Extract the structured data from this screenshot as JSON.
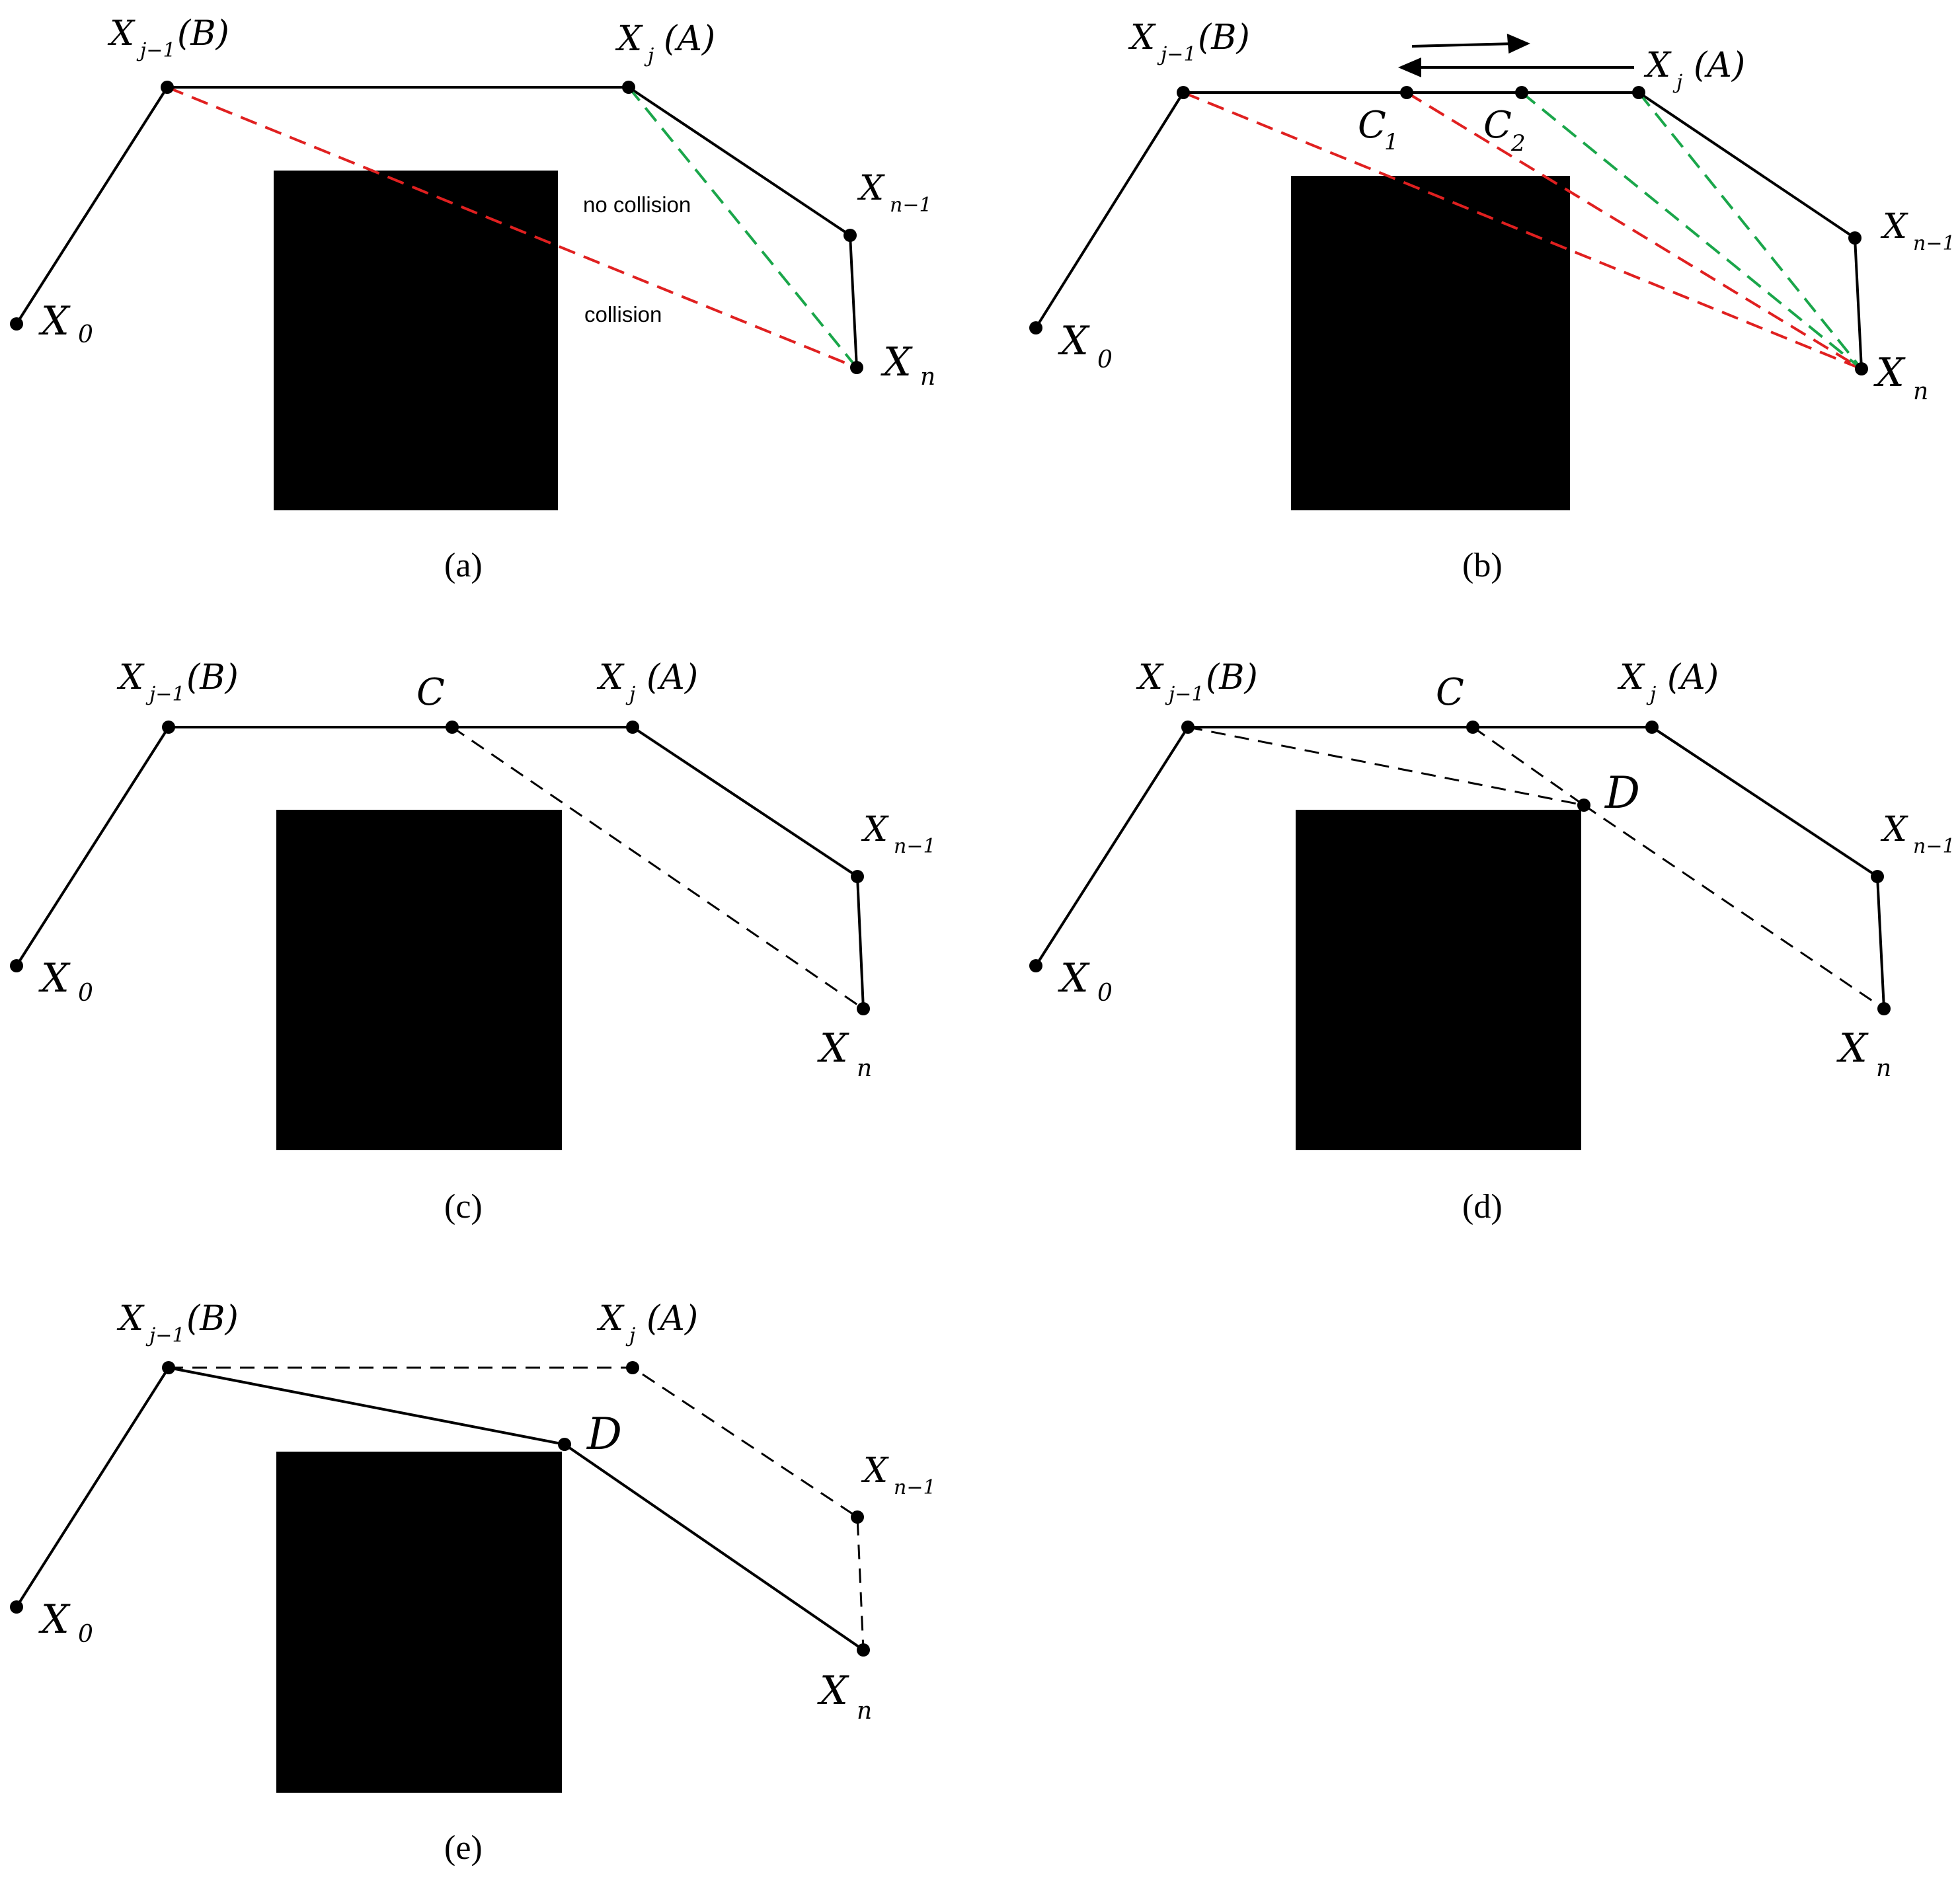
{
  "panels": [
    {
      "caption": "(a)",
      "labels": {
        "x0": "X",
        "x0_sub": "0",
        "xjm1": "X",
        "xjm1_sub": "j−1",
        "xjm1_paren": "(B)",
        "xj": "X",
        "xj_sub": "j",
        "xj_paren": "(A)",
        "xnm1": "X",
        "xnm1_sub": "n−1",
        "xn": "X",
        "xn_sub": "n"
      },
      "annotations": {
        "green_line": "no collision",
        "red_line": "collision"
      },
      "colors": {
        "collision": "#e02020",
        "no_collision": "#1aa64a",
        "obstacle": "#000000"
      }
    },
    {
      "caption": "(b)",
      "labels": {
        "x0": "X",
        "x0_sub": "0",
        "xjm1": "X",
        "xjm1_sub": "j−1",
        "xjm1_paren": "(B)",
        "xj": "X",
        "xj_sub": "j",
        "xj_paren": "(A)",
        "xnm1": "X",
        "xnm1_sub": "n−1",
        "xn": "X",
        "xn_sub": "n",
        "c1": "C",
        "c1_sub": "1",
        "c2": "C",
        "c2_sub": "2"
      },
      "colors": {
        "collision": "#e02020",
        "no_collision": "#1aa64a"
      }
    },
    {
      "caption": "(c)",
      "labels": {
        "x0": "X",
        "x0_sub": "0",
        "xjm1": "X",
        "xjm1_sub": "j−1",
        "xjm1_paren": "(B)",
        "xj": "X",
        "xj_sub": "j",
        "xj_paren": "(A)",
        "xnm1": "X",
        "xnm1_sub": "n−1",
        "xn": "X",
        "xn_sub": "n",
        "c": "C"
      }
    },
    {
      "caption": "(d)",
      "labels": {
        "x0": "X",
        "x0_sub": "0",
        "xjm1": "X",
        "xjm1_sub": "j−1",
        "xjm1_paren": "(B)",
        "xj": "X",
        "xj_sub": "j",
        "xj_paren": "(A)",
        "xnm1": "X",
        "xnm1_sub": "n−1",
        "xn": "X",
        "xn_sub": "n",
        "c": "C",
        "d": "D"
      }
    },
    {
      "caption": "(e)",
      "labels": {
        "x0": "X",
        "x0_sub": "0",
        "xjm1": "X",
        "xjm1_sub": "j−1",
        "xjm1_paren": "(B)",
        "xj": "X",
        "xj_sub": "j",
        "xj_paren": "(A)",
        "xnm1": "X",
        "xnm1_sub": "n−1",
        "xn": "X",
        "xn_sub": "n",
        "d": "D"
      }
    }
  ]
}
